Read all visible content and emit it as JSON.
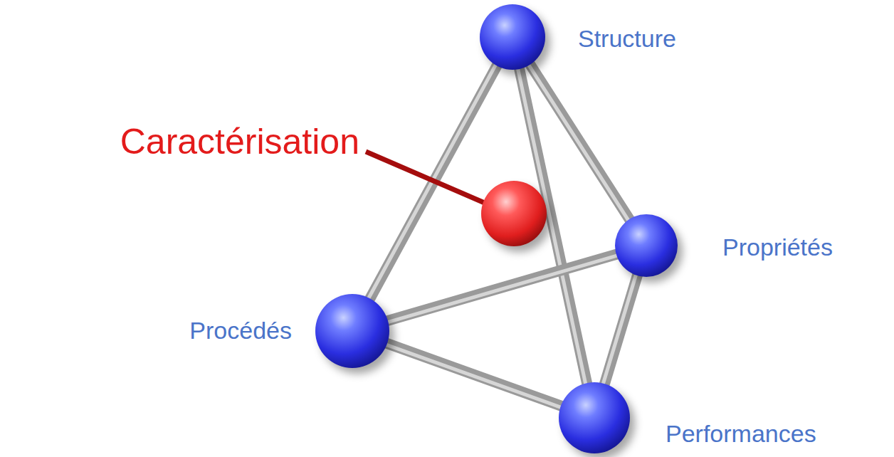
{
  "diagram": {
    "nodes": [
      {
        "text": [
          "Structure"
        ]
      },
      {
        "text": [
          "Caractérisation"
        ]
      },
      {
        "text": [
          "Propriétés"
        ]
      },
      {
        "text": [
          "Procédés"
        ]
      },
      {
        "text": [
          "Performances"
        ]
      }
    ],
    "edges": [
      {
        "from": 0,
        "to": 2,
        "arrow": "none"
      },
      {
        "from": 0,
        "to": 3,
        "arrow": "none"
      },
      {
        "from": 0,
        "to": 4,
        "arrow": "none"
      },
      {
        "from": 3,
        "to": 2,
        "arrow": "none"
      },
      {
        "from": 3,
        "to": 4,
        "arrow": "none"
      },
      {
        "from": 2,
        "to": 4,
        "arrow": "none"
      }
    ]
  }
}
